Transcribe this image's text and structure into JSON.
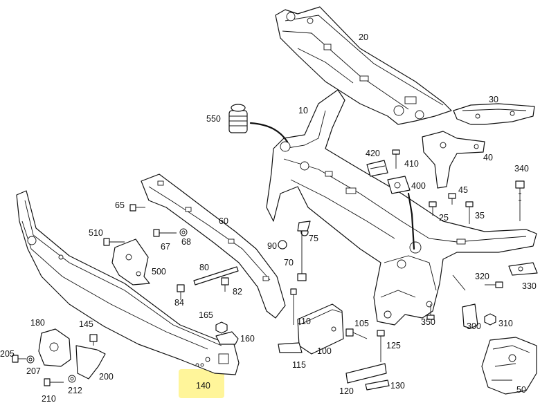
{
  "diagram": {
    "highlight_color": "#fff59a",
    "line_color": "#111111",
    "background": "#ffffff",
    "callouts": {
      "c20": "20",
      "c30": "30",
      "c10": "10",
      "c550": "550",
      "c420": "420",
      "c410": "410",
      "c400": "400",
      "c40": "40",
      "c340": "340",
      "c45": "45",
      "c25": "25",
      "c35": "35",
      "c65": "65",
      "c60": "60",
      "c510": "510",
      "c67": "67",
      "c68": "68",
      "c90": "90",
      "c75": "75",
      "c70": "70",
      "c500": "500",
      "c80": "80",
      "c82": "82",
      "c84": "84",
      "c320": "320",
      "c330": "330",
      "c310": "310",
      "c110": "110",
      "c165": "165",
      "c160": "160",
      "c105": "105",
      "c125": "125",
      "c350": "350",
      "c300": "300",
      "c180": "180",
      "c145": "145",
      "c100": "100",
      "c115": "115",
      "c205": "205",
      "c207": "207",
      "c200": "200",
      "c212": "212",
      "c210": "210",
      "c140": "140",
      "c120": "120",
      "c130": "130",
      "c50": "50"
    }
  }
}
